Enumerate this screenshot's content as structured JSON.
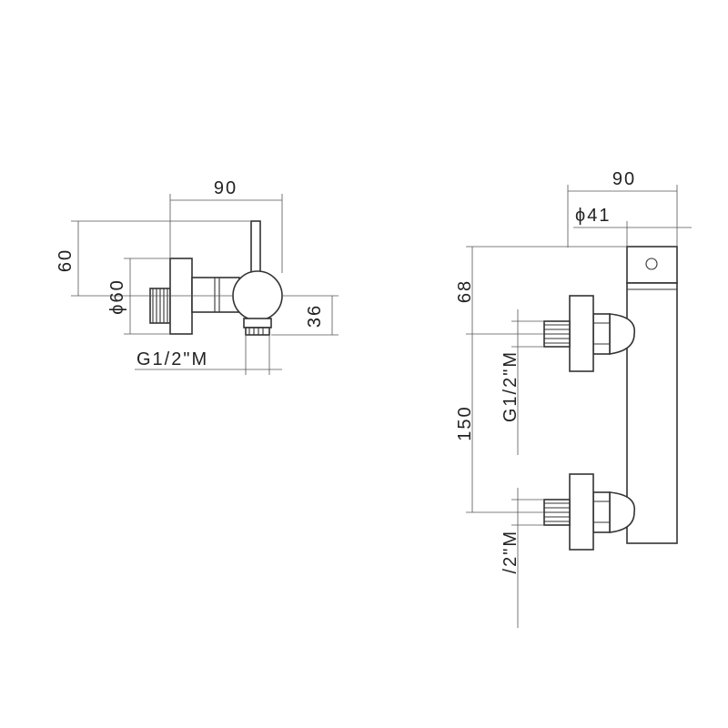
{
  "left_view": {
    "width_label": "90",
    "height_label": "60",
    "diameter_label": "ϕ60",
    "outlet_label": "36",
    "thread_label": "G1/2\"M"
  },
  "right_view": {
    "width_label": "90",
    "diameter_label": "ϕ41",
    "top_label": "68",
    "spacing_label": "150",
    "thread_label_upper": "G1/2\"M",
    "thread_label_lower": "/2\"M"
  },
  "colors": {
    "line": "#333333",
    "dimension": "#555555",
    "text": "#222222"
  }
}
